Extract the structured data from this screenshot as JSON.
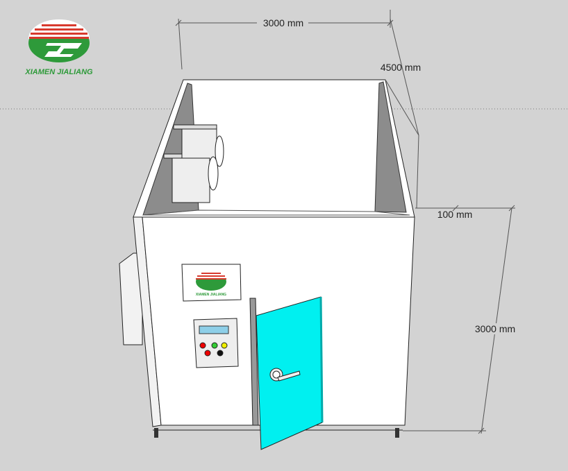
{
  "logo": {
    "brand_text": "XIAMEN JIALIANG",
    "colors": {
      "green": "#2e9a3a",
      "red": "#d83a2e"
    }
  },
  "dimensions": {
    "width": "3000 mm",
    "depth": "4500 mm",
    "wall_thickness": "100 mm",
    "height": "3000 mm"
  },
  "sign": {
    "brand_text": "XIAMEN JIALIANG"
  },
  "control_panel": {
    "buttons": [
      "red",
      "green",
      "yellow",
      "red",
      "black"
    ]
  },
  "colors": {
    "background": "#d3d3d3",
    "door": "#00f0f0",
    "wall": "#ffffff",
    "interior": "#8c8c8c"
  }
}
